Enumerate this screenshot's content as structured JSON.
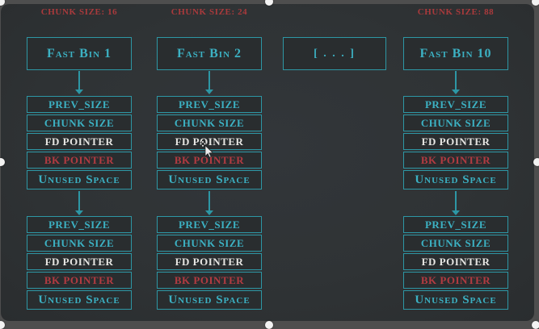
{
  "colors": {
    "outer_bg": "#4e4e4e",
    "panel_bg": "#2f3335",
    "box_fill": "#292d2f",
    "teal_border": "#2d97a5",
    "teal_text": "#3cb1c3",
    "red_text": "#a93a3c",
    "red_bright": "#b23b41",
    "white_text": "#e6e5e2",
    "handle": "#f2f2f2"
  },
  "selection": {
    "handles": [
      "top-left",
      "top-center",
      "top-right",
      "left-middle",
      "right-middle",
      "bottom-left",
      "bottom-center",
      "bottom-right"
    ]
  },
  "cursor": {
    "type": "pointer-with-gear-ornament"
  },
  "columns": [
    {
      "header": "CHUNK SIZE: 16",
      "bin_label": "Fast Bin 1",
      "chunks": [
        {
          "rows": [
            {
              "label": "PREV_SIZE"
            },
            {
              "label": "CHUNK SIZE"
            },
            {
              "label": "FD POINTER"
            },
            {
              "label": "BK POINTER"
            },
            {
              "label": "Unused Space"
            }
          ]
        },
        {
          "rows": [
            {
              "label": "PREV_SIZE"
            },
            {
              "label": "CHUNK SIZE"
            },
            {
              "label": "FD POINTER"
            },
            {
              "label": "BK POINTER"
            },
            {
              "label": "Unused Space"
            }
          ]
        }
      ]
    },
    {
      "header": "CHUNK SIZE: 24",
      "bin_label": "Fast Bin 2",
      "chunks": [
        {
          "rows": [
            {
              "label": "PREV_SIZE"
            },
            {
              "label": "CHUNK SIZE"
            },
            {
              "label": "FD POINTER"
            },
            {
              "label": "BK POINTER"
            },
            {
              "label": "Unused Space"
            }
          ]
        },
        {
          "rows": [
            {
              "label": "PREV_SIZE"
            },
            {
              "label": "CHUNK SIZE"
            },
            {
              "label": "FD POINTER"
            },
            {
              "label": "BK POINTER"
            },
            {
              "label": "Unused Space"
            }
          ]
        }
      ]
    },
    {
      "placeholder_label": "[ . . . ]"
    },
    {
      "header": "CHUNK SIZE: 88",
      "bin_label": "Fast Bin 10",
      "chunks": [
        {
          "rows": [
            {
              "label": "PREV_SIZE"
            },
            {
              "label": "CHUNK SIZE"
            },
            {
              "label": "FD POINTER"
            },
            {
              "label": "BK POINTER"
            },
            {
              "label": "Unused Space"
            }
          ]
        },
        {
          "rows": [
            {
              "label": "PREV_SIZE"
            },
            {
              "label": "CHUNK SIZE"
            },
            {
              "label": "FD POINTER"
            },
            {
              "label": "BK POINTER"
            },
            {
              "label": "Unused Space"
            }
          ]
        }
      ]
    }
  ]
}
